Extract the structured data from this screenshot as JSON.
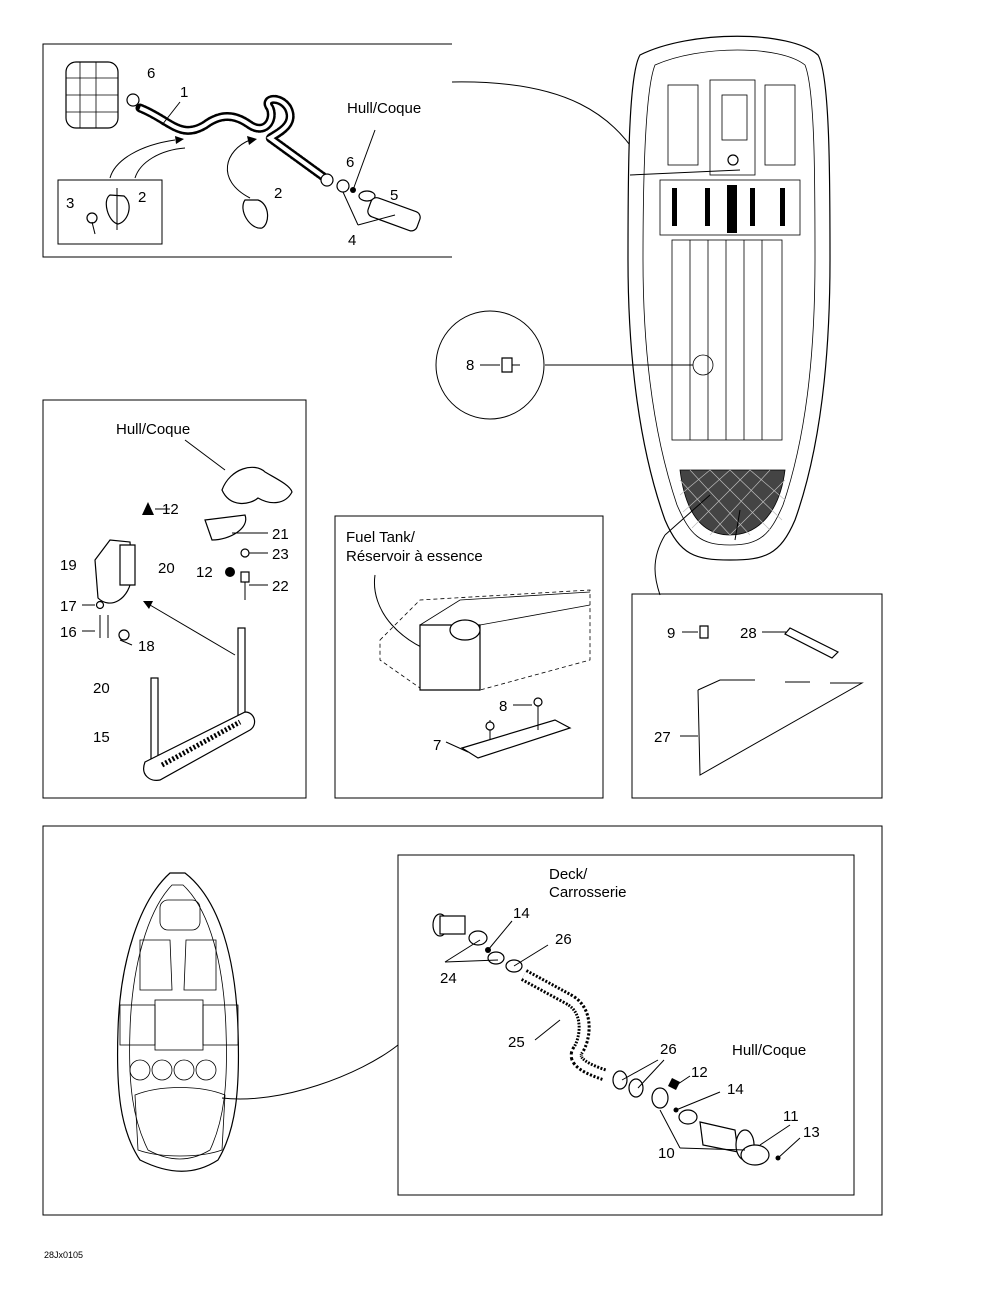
{
  "panels": {
    "bilge": {
      "labels": {
        "hull": "Hull/Coque",
        "n1": "1",
        "n2a": "2",
        "n2b": "2",
        "n3": "3",
        "n4": "4",
        "n5": "5",
        "n6a": "6",
        "n6b": "6"
      }
    },
    "hull_view": {
      "callout": "8"
    },
    "footrest": {
      "labels": {
        "hull": "Hull/Coque",
        "n12a": "12",
        "n12b": "12",
        "n15": "15",
        "n16": "16",
        "n17": "17",
        "n18": "18",
        "n19": "19",
        "n20a": "20",
        "n20b": "20",
        "n21": "21",
        "n22": "22",
        "n23": "23"
      }
    },
    "fuel_tank": {
      "title_line1": "Fuel Tank/",
      "title_line2": "Réservoir à essence",
      "labels": {
        "n7": "7",
        "n8": "8"
      }
    },
    "strips": {
      "labels": {
        "n9": "9",
        "n27": "27",
        "n28": "28"
      }
    },
    "vent": {
      "deck_line1": "Deck/",
      "deck_line2": "Carrosserie",
      "hull": "Hull/Coque",
      "labels": {
        "n10": "10",
        "n11": "11",
        "n12": "12",
        "n13": "13",
        "n14a": "14",
        "n14b": "14",
        "n24": "24",
        "n25": "25",
        "n26a": "26",
        "n26b": "26"
      }
    }
  },
  "footer": {
    "code": "28Jx0105"
  }
}
